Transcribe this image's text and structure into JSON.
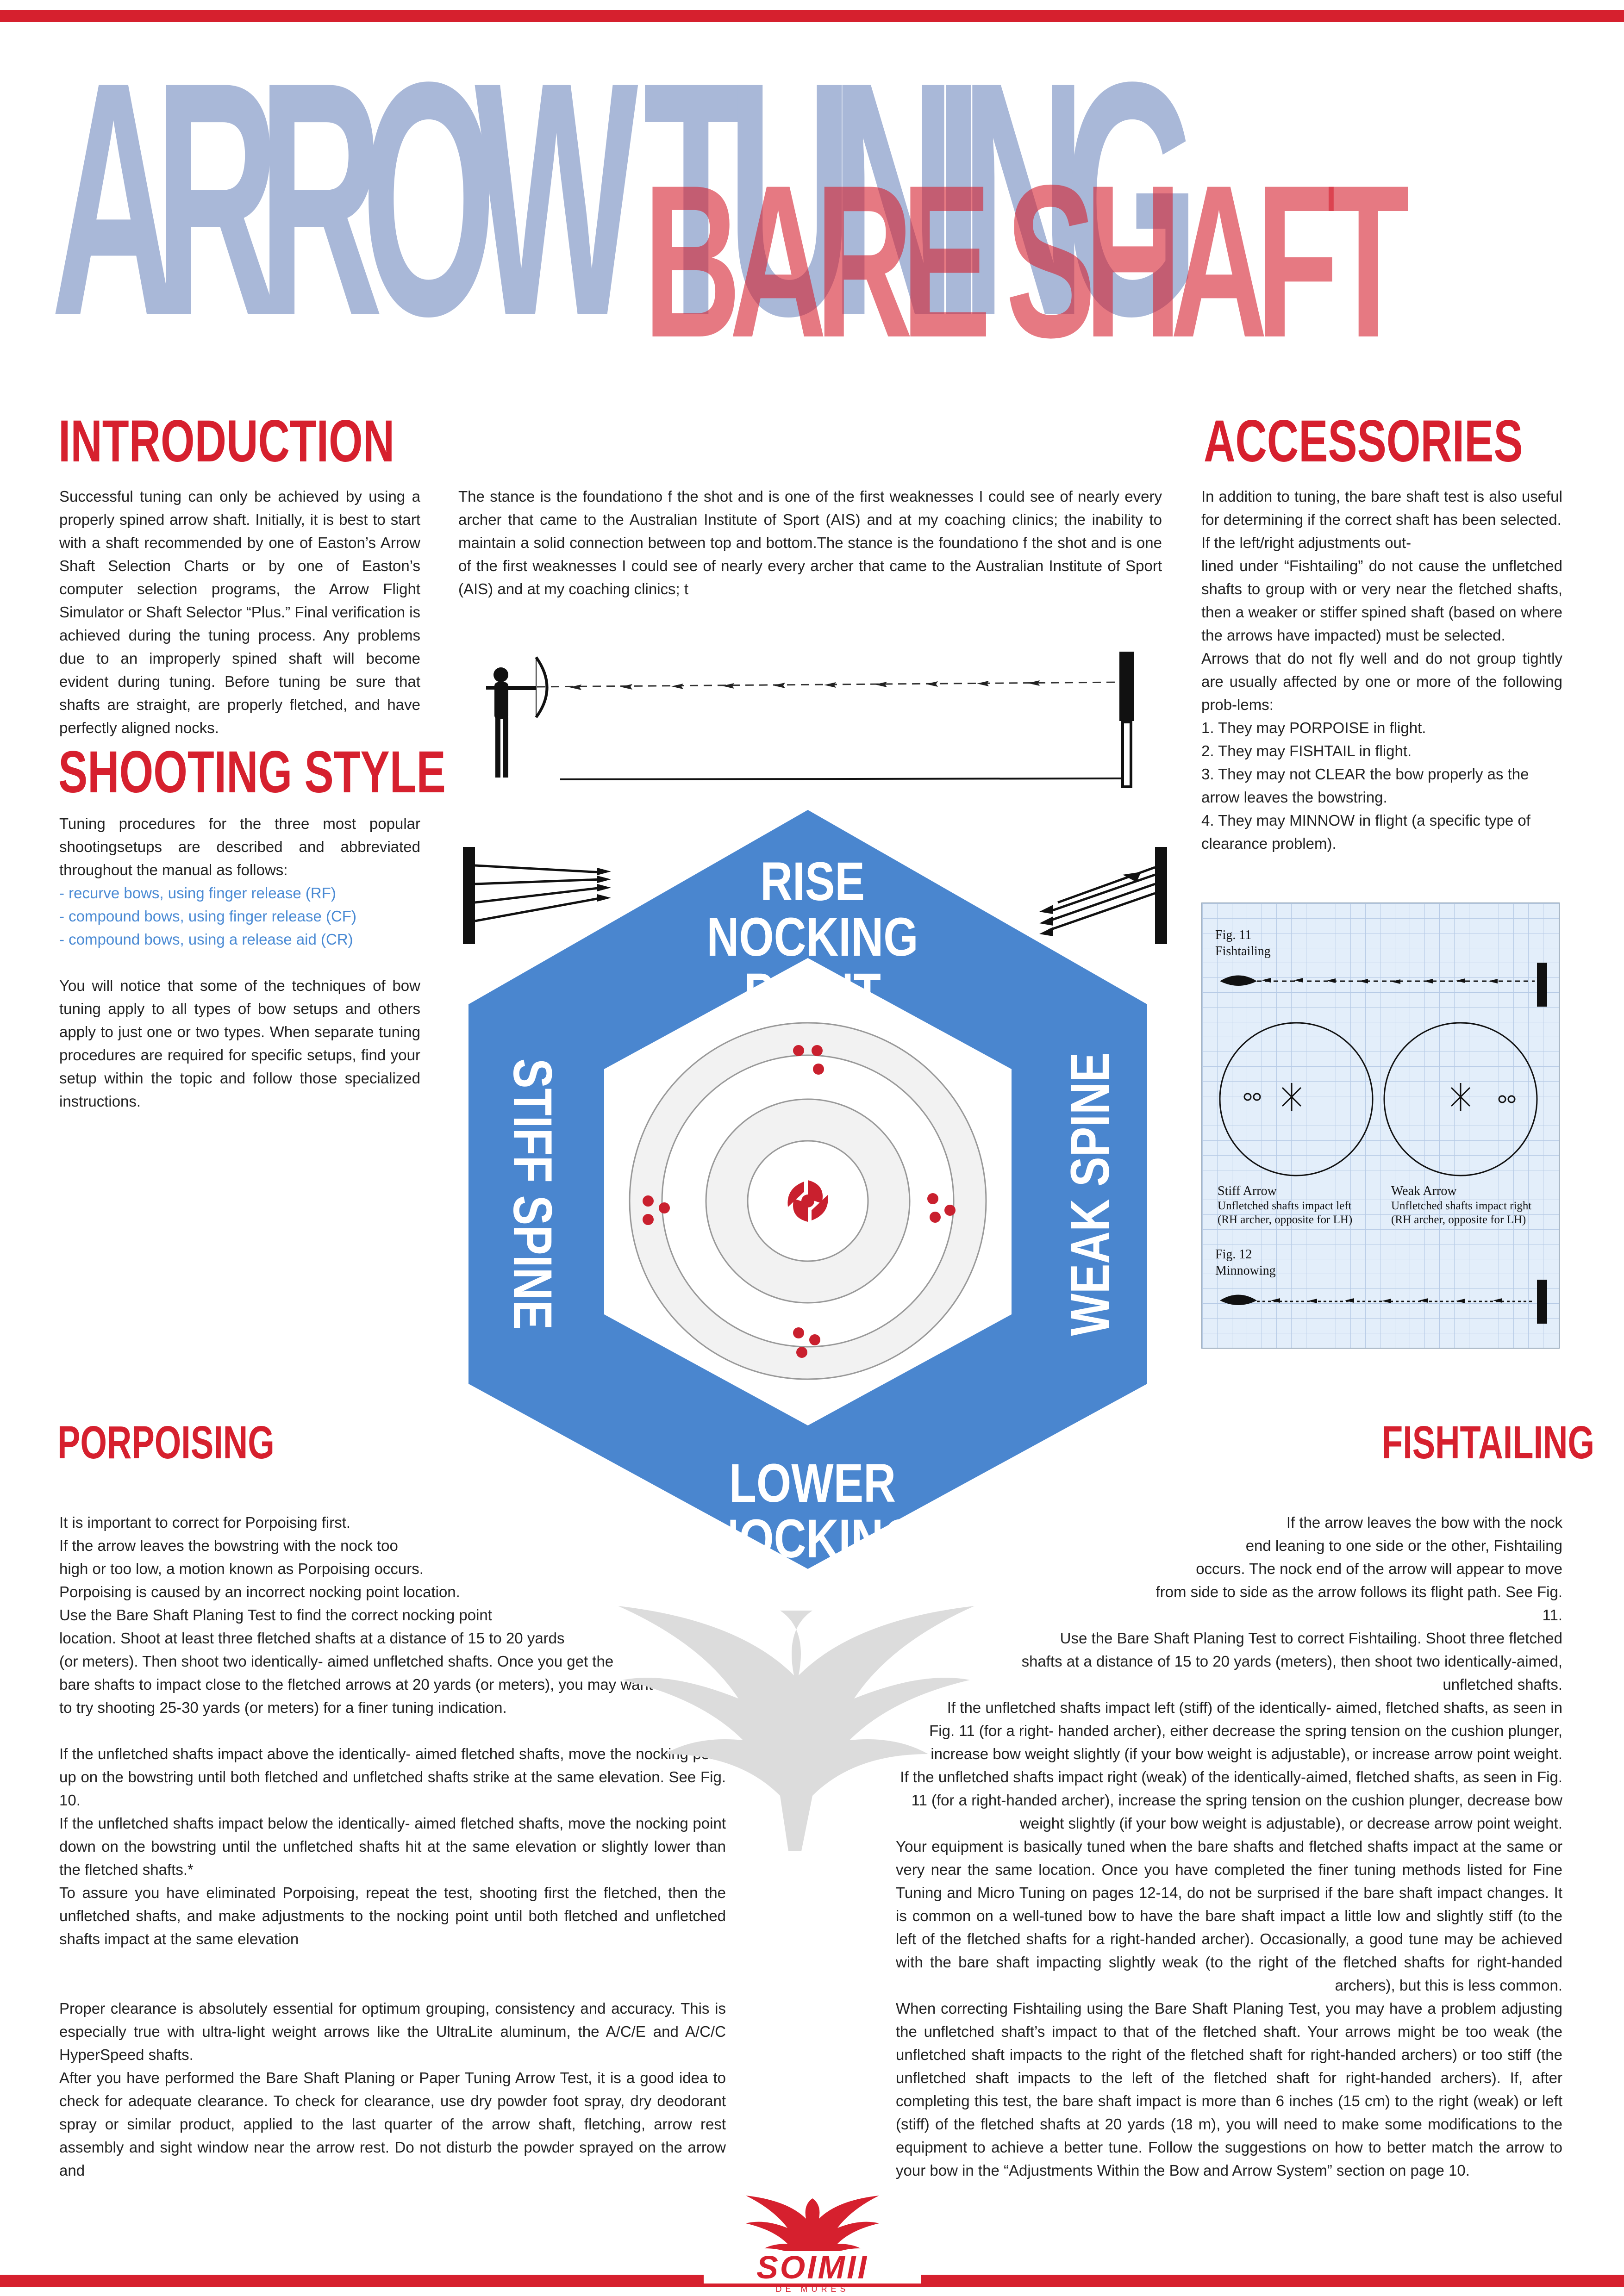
{
  "title": {
    "main": "ARROW TUNING",
    "sub": "BARE SHAFT"
  },
  "introduction": {
    "heading": "INTRODUCTION",
    "body": "Successful tuning can only be achieved by using a properly spined arrow shaft. Initially, it is best to start with a shaft recommended by one of Easton’s Arrow Shaft Selection Charts or by one of Easton’s computer selection programs, the Arrow Flight Simulator or Shaft Selector “Plus.” Final verification is achieved during the tuning process. Any problems due to an improperly spined shaft will become evident during tuning. Before tuning be sure that shafts are straight, are properly fletched, and have perfectly aligned nocks."
  },
  "stance": {
    "body": "The stance is the foundationo f the shot and is one of the first weaknesses I could see of nearly every archer that came to the Australian Institute of Sport (AIS) and at my coaching clinics; the inability to maintain a solid connection between top and bottom.The stance is the foundationo f the shot and is one of the first weaknesses I could see of nearly every archer that came to the Australian Institute of Sport (AIS) and at my coaching clinics; t"
  },
  "shooting_style": {
    "heading": "SHOOTING STYLE",
    "intro": "Tuning procedures for the three most popular shootingsetups are described and abbreviated throughout the manual as follows:",
    "items": [
      "- recurve bows, using finger release (RF)",
      "- compound bows, using finger release (CF)",
      "- compound bows, using a release aid (CR)"
    ],
    "outro": "You will notice that some of the techniques of bow tuning apply to all types of bow setups and others apply to just one or two types. When separate tuning procedures are required for specific setups, find your setup within the topic and follow those specialized instructions."
  },
  "accessories": {
    "heading": "ACCESSORIES",
    "lines": [
      "In addition to tuning, the bare shaft test is also useful for determining if the correct shaft has been selected.",
      "If the left/right adjustments out-",
      "lined under “Fishtailing” do not cause the unfletched shafts to group with or very near the fletched shafts, then a weaker or stiffer spined shaft (based on where the arrows have impacted) must be selected.",
      "Arrows that do not fly well and do not group tightly are usually affected by one or more of the following prob-lems:",
      "1. They may PORPOISE in flight.",
      "2. They may FISHTAIL in flight.",
      "3. They may not CLEAR the bow properly as the arrow leaves the bowstring.",
      "4. They may MINNOW in flight (a specific type of clearance problem)."
    ]
  },
  "diagram": {
    "top": "RISE NOCKING POINT",
    "bottom": "LOWER NOCKING POINT",
    "left": "STIFF SPINE",
    "right": "WEAK SPINE"
  },
  "figure": {
    "fig11_label": "Fig. 11",
    "fig11_title": "Fishtailing",
    "stiff_title": "Stiff Arrow",
    "stiff_caption_1": "Unfletched shafts impact left",
    "stiff_caption_2": "(RH archer, opposite for LH)",
    "weak_title": "Weak Arrow",
    "weak_caption_1": "Unfletched shafts impact right",
    "weak_caption_2": "(RH archer, opposite for LH)",
    "fig12_label": "Fig. 12",
    "fig12_title": "Minnowing"
  },
  "porpoising": {
    "heading": "PORPOISING",
    "p1": [
      "It is important to correct for Porpoising first.",
      "If the arrow leaves the bowstring with the nock too",
      "high or too low, a motion known as Porpoising occurs.",
      "Porpoising is caused by an incorrect nocking point location.",
      "Use the Bare Shaft Planing Test to find the correct nocking point",
      "location. Shoot at least three fletched shafts at a distance of 15 to 20 yards",
      "(or meters). Then shoot two identically- aimed unfletched shafts. Once you get the",
      "bare shafts to impact close to the fletched arrows at 20 yards (or meters), you may want",
      "to try shooting 25-30 yards (or meters) for a finer tuning indication."
    ],
    "p2": "If the unfletched shafts impact above the identically- aimed fletched shafts, move the nocking point up on the bowstring until both fletched and unfletched shafts strike at the same elevation. See Fig. 10.",
    "p3": "If the unfletched shafts impact below the identically- aimed fletched shafts, move the nocking point down on the bowstring until the unfletched shafts hit at the same elevation or slightly lower than the fletched shafts.*",
    "p4": "To assure you have eliminated Porpoising, repeat the test, shooting first the fletched, then the unfletched shafts, and make adjustments to the nocking point until both fletched and unfletched shafts impact at the same elevation",
    "p5": "Proper clearance is absolutely essential for optimum grouping, consistency and accuracy. This is especially true with ultra-light weight arrows like the UltraLite aluminum, the A/C/E and A/C/C HyperSpeed shafts.",
    "p6": "After you have performed the Bare Shaft Planing or Paper Tuning Arrow Test, it is a good idea to check for adequate clearance. To check for clearance, use dry powder foot spray, dry deodorant spray or similar product, applied to the last quarter of the arrow shaft, fletching, arrow rest assembly and sight window near the arrow rest. Do not disturb the powder sprayed on the arrow and"
  },
  "fishtailing": {
    "heading": "FISHTAILING",
    "lines_a": [
      "If the arrow leaves the bow with the nock",
      "end leaning to one side or the other, Fishtailing",
      "occurs. The nock end of the arrow will appear to move",
      "from side to side as the arrow follows its flight path. See Fig.",
      "11.",
      "Use the Bare Shaft Planing Test to correct Fishtailing. Shoot three fletched",
      "shafts at a distance of 15 to 20 yards (meters), then shoot two identically-aimed,",
      "unfletched shafts.",
      "If the unfletched shafts impact left (stiff) of the identically- aimed, fletched shafts, as seen in",
      "Fig. 11 (for a right- handed archer), either decrease the spring tension on the cushion plunger,",
      "increase bow weight slightly (if your bow weight is adjustable), or increase arrow point weight."
    ],
    "p2": "If the unfletched shafts impact right (weak) of the identically-aimed, fletched shafts, as seen in Fig. 11 (for a right-handed archer), increase the spring tension on the cushion plunger, decrease bow weight slightly (if your bow weight is adjustable), or decrease arrow point weight.",
    "p3": "Your equipment is basically tuned when the bare shafts and fletched shafts impact at the same or very near the same location. Once you have completed the finer tuning methods listed for Fine Tuning and Micro Tuning on pages 12-14, do not be surprised if the bare shaft impact changes. It is common on a well-tuned bow to have the bare shaft impact a little low and slightly stiff (to the left of the fletched shafts for a right-handed archer). Occasionally, a good tune may be achieved with the bare shaft impacting slightly weak (to the right of the fletched shafts for right-handed archers), but this is less common.",
    "p4": "When correcting Fishtailing using the Bare Shaft Planing Test, you may have a problem adjusting the unfletched shaft’s impact to that of the fletched shaft. Your arrows might be too weak (the unfletched shaft impacts to the right of the fletched shaft for right-handed archers) or too stiff (the unfletched shaft impacts to the left of the fletched shaft for right-handed archers). If, after completing this test, the bare shaft impact is more than 6 inches (15 cm) to the right (weak) or left (stiff) of the fletched shafts at 20 yards (18 m), you will need to make some modifications to the equipment to achieve a better tune. Follow the suggestions on how to better match the arrow to your bow in the “Adjustments Within the Bow and Arrow System” section on page 10."
  },
  "logo": {
    "name": "SOIMII",
    "tagline": "DE MURES"
  },
  "colors": {
    "red": "#d6202e",
    "blue": "#4a86cf",
    "title_blue": "#a9b8d8"
  }
}
